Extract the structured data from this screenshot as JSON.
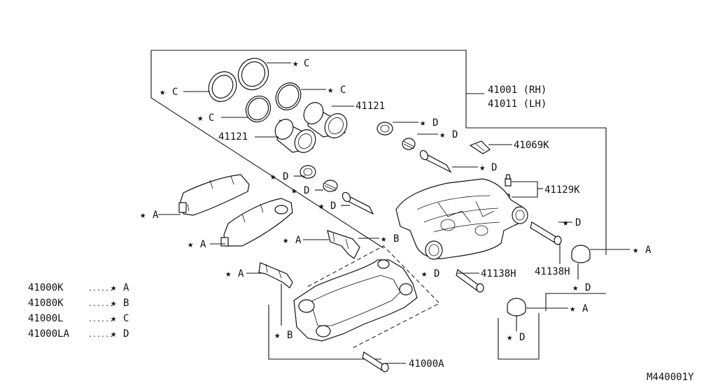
{
  "labels": {
    "caliper_rh": "41001 (RH)",
    "caliper_lh": "41011 (LH)",
    "piston_upper": "41121",
    "piston_lower": "41121",
    "clip": "41069K",
    "bleeder": "41129K",
    "pin_right": "41138H",
    "pin_mid": "41138H",
    "bolt": "41000A",
    "diagram_id": "M440001Y"
  },
  "kit_letters": {
    "a": "A",
    "b": "B",
    "c": "C",
    "d": "D"
  },
  "star": "★",
  "legend": [
    {
      "part": "41000K",
      "dots": "......",
      "star": "★",
      "letter": "A"
    },
    {
      "part": "41080K",
      "dots": "......",
      "star": "★",
      "letter": "B"
    },
    {
      "part": "41000L",
      "dots": "......",
      "star": "★",
      "letter": "C"
    },
    {
      "part": "41000LA",
      "dots": "......",
      "star": "★",
      "letter": "D"
    }
  ]
}
